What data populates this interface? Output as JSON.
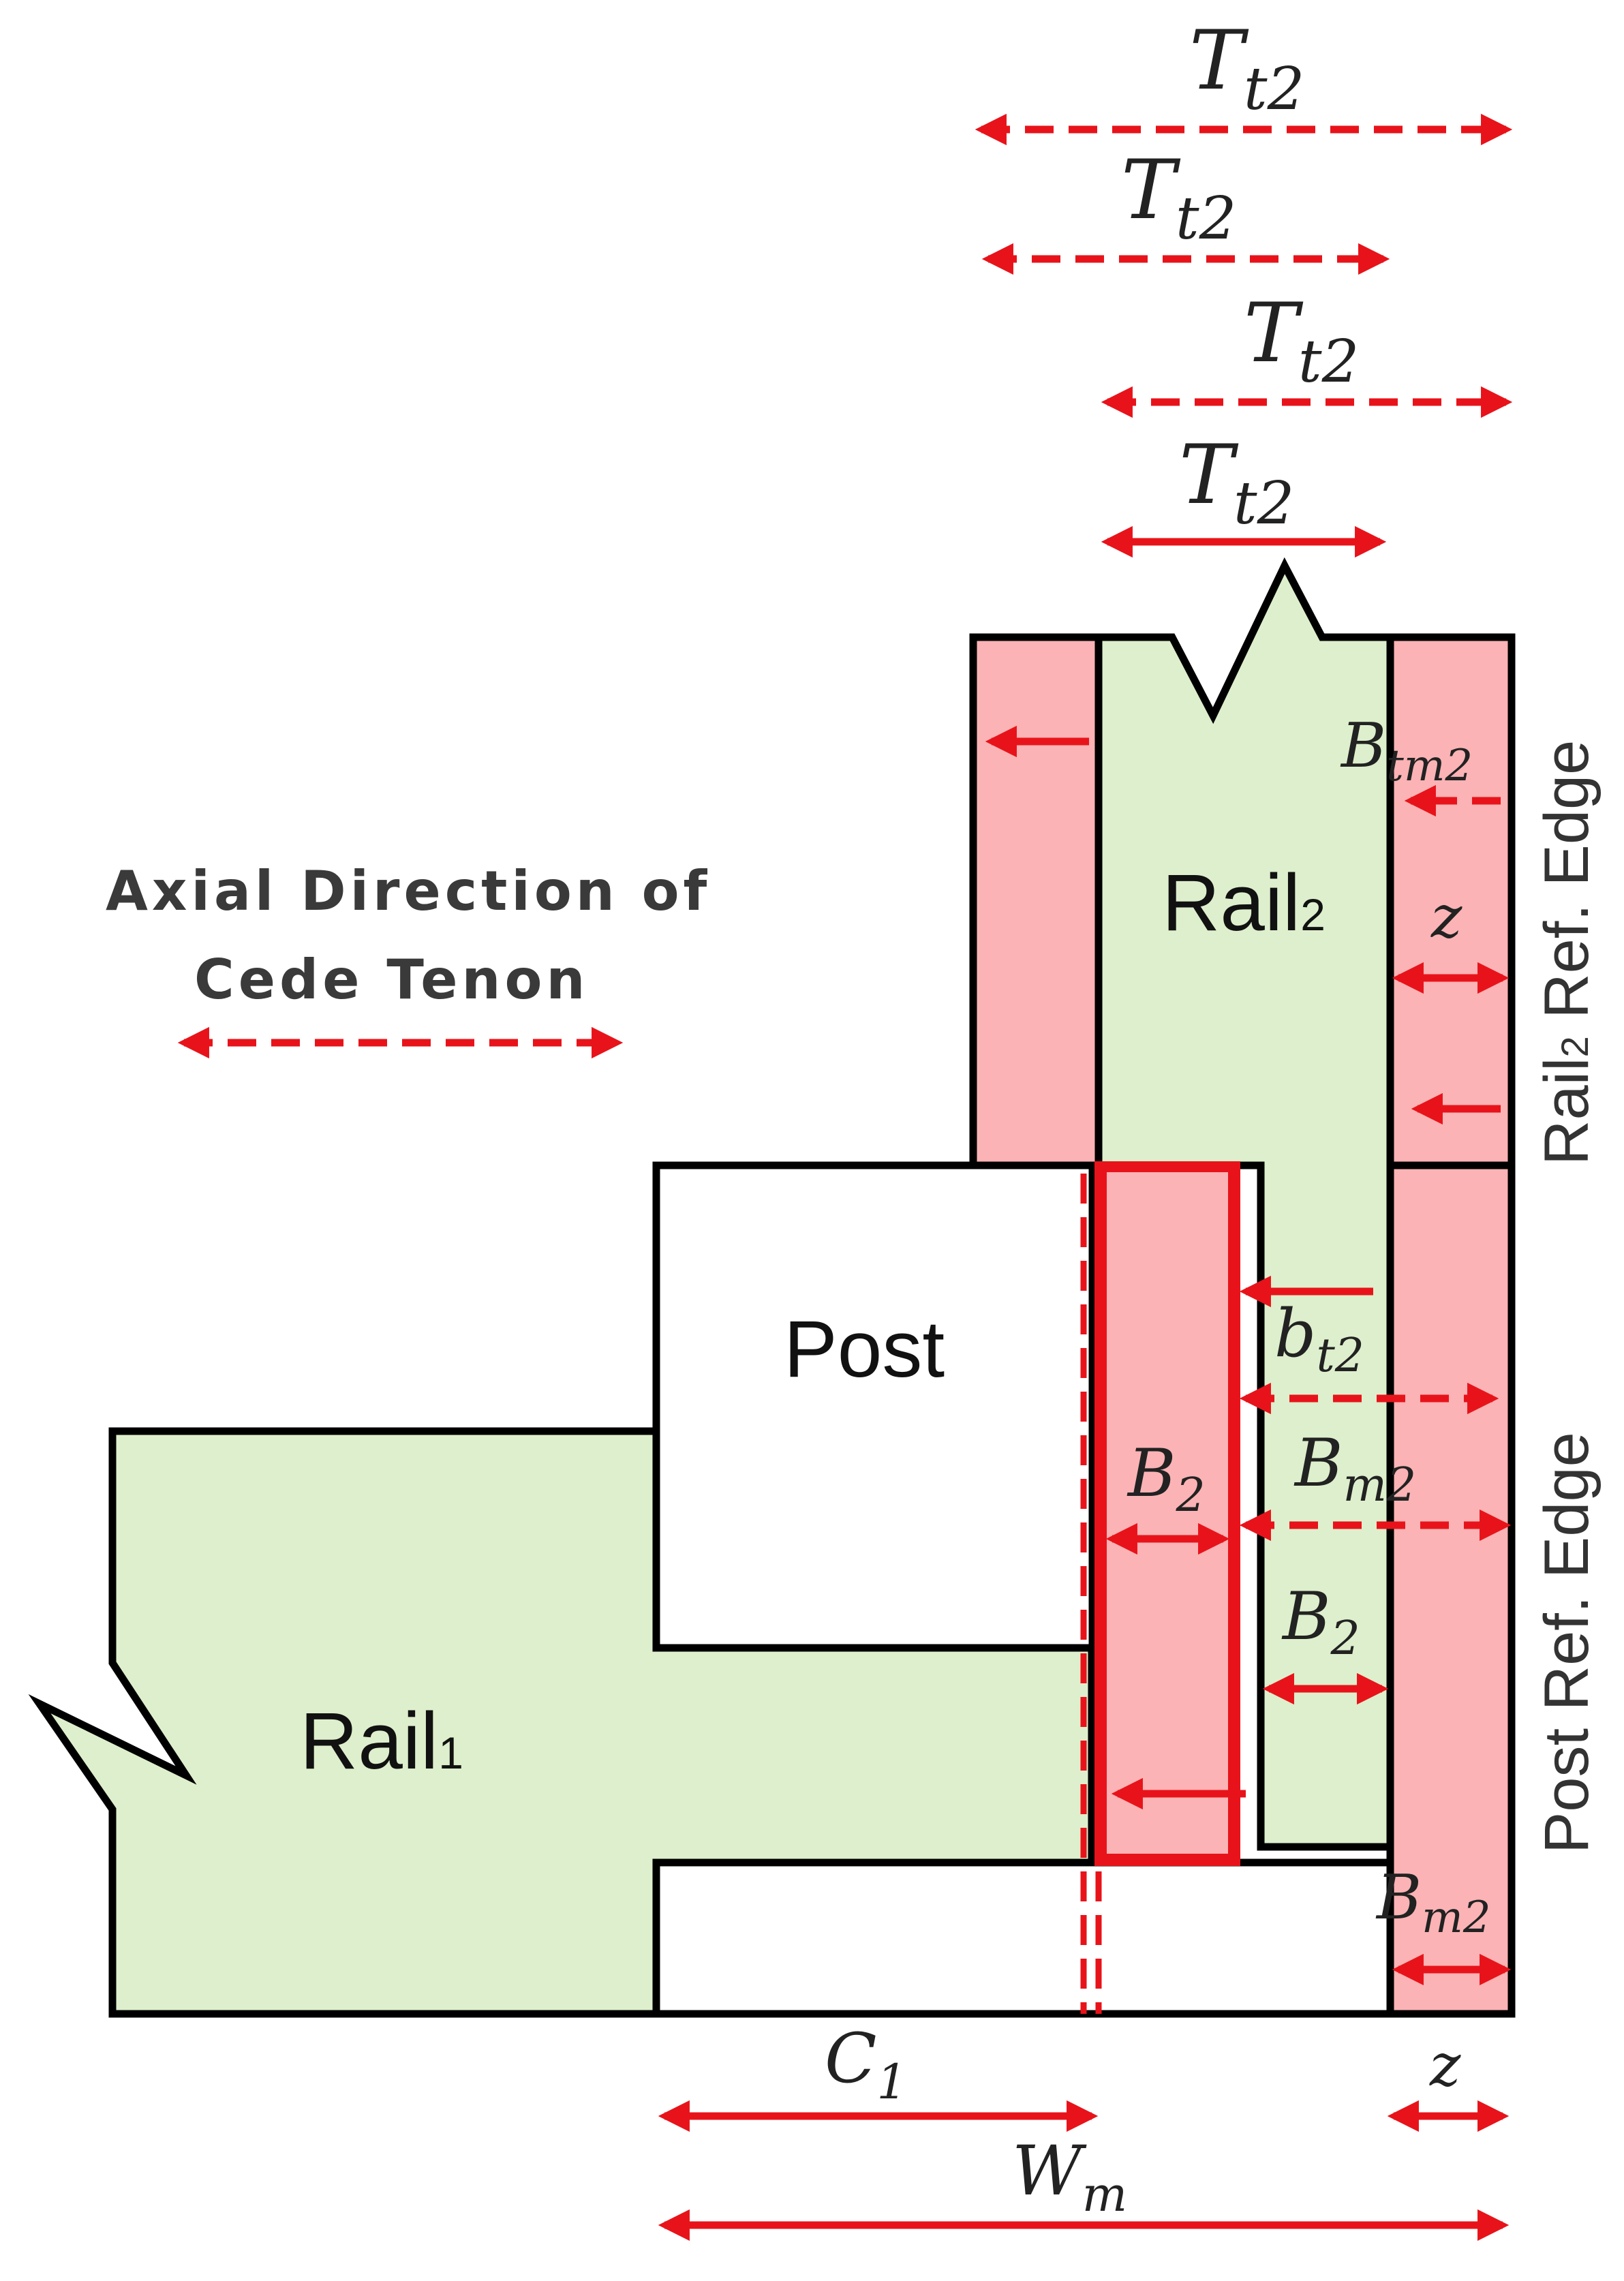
{
  "colors": {
    "rail_fill": "#ddefcc",
    "tenon_fill": "#fbb3b5",
    "outline": "#000000",
    "dimension_arrow": "#e8131a"
  },
  "parts": {
    "rail1": {
      "label": "Rail",
      "sub": "1"
    },
    "rail2": {
      "label": "Rail",
      "sub": "2"
    },
    "post": {
      "label": "Post"
    }
  },
  "axial_direction": {
    "line1": "Axial Direction of",
    "line2": "Cede Tenon"
  },
  "reference_edges": {
    "rail2": {
      "prefix": "Rail",
      "sub": "2",
      "suffix": " Ref. Edge"
    },
    "post": "Post Ref. Edge"
  },
  "dimensions": {
    "tt2_a": {
      "main": "T",
      "sub": "t2"
    },
    "tt2_b": {
      "main": "T",
      "sub": "t2"
    },
    "tt2_c": {
      "main": "T",
      "sub": "t2"
    },
    "tt2_d": {
      "main": "T",
      "sub": "t2"
    },
    "btm2": {
      "main": "B",
      "sub": "tm2"
    },
    "z_upper": {
      "main": "z"
    },
    "bt2": {
      "main": "b",
      "sub": "t2"
    },
    "b2_left": {
      "main": "B",
      "sub": "2"
    },
    "bm2_mid": {
      "main": "B",
      "sub": "m2"
    },
    "b2_right": {
      "main": "B",
      "sub": "2"
    },
    "bm2_low": {
      "main": "B",
      "sub": "m2"
    },
    "c1": {
      "main": "C",
      "sub": "1"
    },
    "z_lower": {
      "main": "z"
    },
    "wm": {
      "main": "W",
      "sub": "m"
    }
  }
}
